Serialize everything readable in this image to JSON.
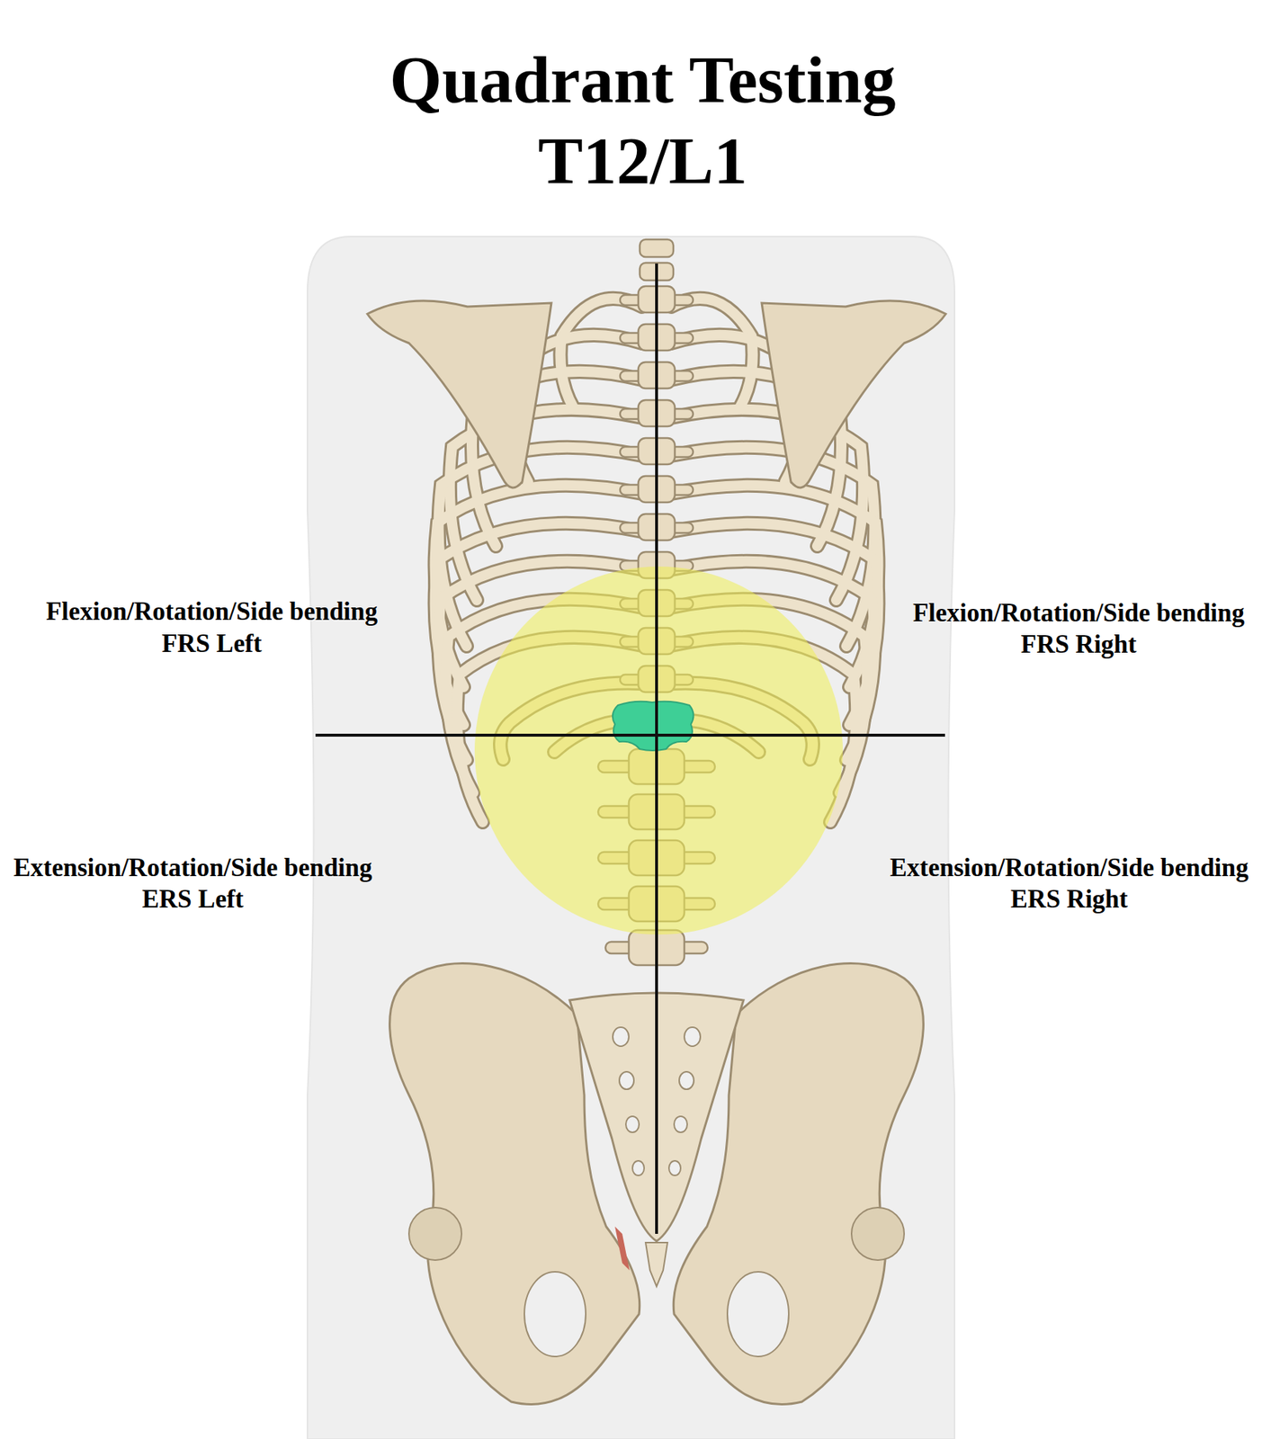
{
  "diagram": {
    "title": "Quadrant Testing T12/L1",
    "labels": [
      "Flexion/Rotation/Side bending",
      "FRS Left",
      "Flexion/Rotation/Side bending",
      "FRS Right",
      "Extension/Rotation/Side bending",
      "ERS Left",
      "Extension/Rotation/Side bending",
      "ERS Right"
    ]
  }
}
